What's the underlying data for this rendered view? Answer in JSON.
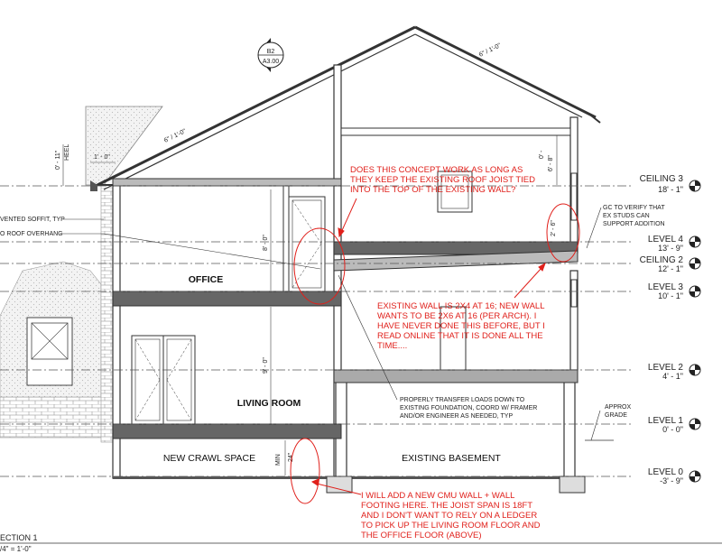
{
  "levels": [
    {
      "name": "CEILING 3",
      "value": "18' - 1\""
    },
    {
      "name": "LEVEL 4",
      "value": "13' - 9\""
    },
    {
      "name": "CEILING 2",
      "value": "12' - 1\""
    },
    {
      "name": "LEVEL 3",
      "value": "10' - 1\""
    },
    {
      "name": "LEVEL 2",
      "value": "4' - 1\""
    },
    {
      "name": "LEVEL 1",
      "value": "0' - 0\""
    },
    {
      "name": "LEVEL 0",
      "value": "-3' - 9\""
    }
  ],
  "rooms": {
    "office": "OFFICE",
    "living_room": "LIVING ROOM",
    "new_crawl_space": "NEW CRAWL SPACE",
    "existing_basement": "EXISTING BASEMENT"
  },
  "section_marker": {
    "top": "B2",
    "bottom": "A3.00"
  },
  "slopes": {
    "upper_roof": "6\" / 1'-0\"",
    "lower_roof": "6\" / 1'-0\""
  },
  "dimensions": {
    "heel": "0' - 11\"",
    "heel_label": "HEEL",
    "overhang": "1' - 0\"",
    "upper_ceiling": "6' - 8\"",
    "upper_top": "0' -",
    "right_wall": "2' - 6\"",
    "office_height": "8' - 0\"",
    "living_height": "9' - 0\"",
    "crawl_min": "MIN",
    "crawl_height": "24\""
  },
  "notes": {
    "vented_soffit": "VENTED SOFFIT, TYP",
    "roof_overhang": "O ROOF OVERHANG",
    "gc_verify": [
      "GC TO VERIFY THAT",
      "EX STUDS CAN",
      "SUPPORT ADDITION"
    ],
    "approx_grade": [
      "APPROX",
      "GRADE"
    ],
    "transfer_loads": [
      "PROPERLY TRANSFER LOADS DOWN TO",
      "EXISTING FOUNDATION, COORD W/ FRAMER",
      "AND/OR ENGINEER AS NEEDED, TYP"
    ]
  },
  "comments": {
    "concept": [
      "DOES THIS CONCEPT WORK AS LONG AS",
      "THEY KEEP THE EXISTING ROOF JOIST TIED",
      "INTO THE TOP OF THE EXISTING WALL?"
    ],
    "existing_wall": [
      "EXISTING WALL IS 2X4 AT 16; NEW WALL",
      "WANTS TO BE 2X6 AT 16 (PER ARCH).  I",
      "HAVE NEVER DONE THIS BEFORE, BUT I",
      "READ ONLINE THAT IT IS DONE ALL THE",
      "TIME...."
    ],
    "cmu_wall": [
      "I WILL ADD A NEW CMU WALL + WALL",
      "FOOTING HERE.  THE JOIST SPAN IS 18FT",
      "AND I DON'T WANT TO RELY ON A LEDGER",
      "TO PICK UP THE LIVING ROOM FLOOR AND",
      "THE OFFICE FLOOR (ABOVE)"
    ]
  },
  "title": {
    "name": "ECTION 1",
    "scale": "/4\" = 1'-0\""
  },
  "colors": {
    "annotation": "#e0201b",
    "line": "#333333",
    "floor": "#555555"
  }
}
